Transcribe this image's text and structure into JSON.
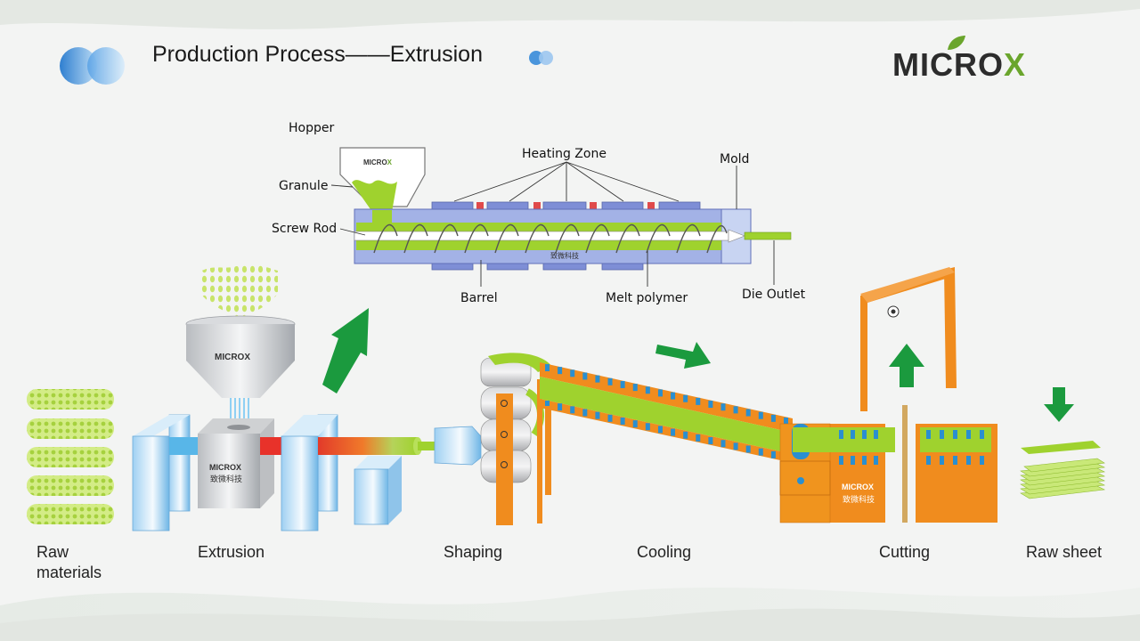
{
  "slide": {
    "title": "Production Process——Extrusion",
    "brand": {
      "main": "MICRO",
      "accent": "X"
    }
  },
  "diagram": {
    "labels": {
      "hopper": "Hopper",
      "granule": "Granule",
      "screw_rod": "Screw Rod",
      "heating_zone": "Heating Zone",
      "mold": "Mold",
      "barrel": "Barrel",
      "melt_polymer": "Melt polymer",
      "die_outlet": "Die Outlet"
    },
    "machine_brand": "MICROX",
    "machine_cn": "致微科技"
  },
  "stages": [
    {
      "label": "Raw\nmaterials"
    },
    {
      "label": "Extrusion"
    },
    {
      "label": "Shaping"
    },
    {
      "label": "Cooling"
    },
    {
      "label": "Cutting"
    },
    {
      "label": "Raw sheet"
    }
  ],
  "colors": {
    "green": "#9fd22e",
    "dark_green": "#1a9a3c",
    "orange": "#f08c1e",
    "blue": "#58b6e8",
    "barrel_blue": "#8fa6dc",
    "red": "#e8322a"
  }
}
